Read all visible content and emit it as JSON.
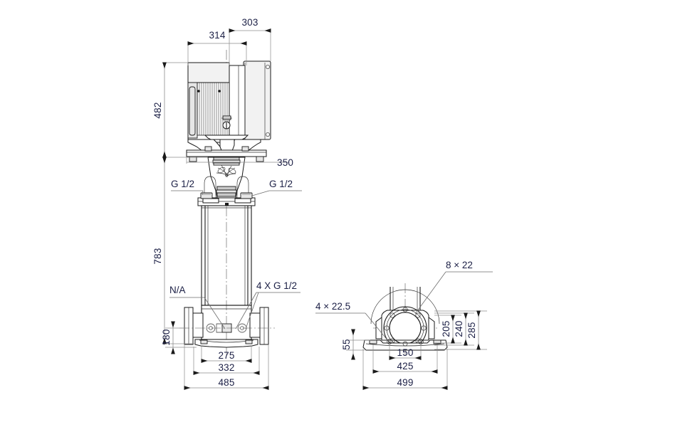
{
  "drawing": {
    "title": "Vertical multistage pump dimensional drawing",
    "units": "mm",
    "background_color": "#ffffff",
    "line_color": "#1a1a1a",
    "dimension_text_color": "#1b1f45",
    "dimension_line_color": "#8c8c8c"
  },
  "front_view": {
    "name": "front-elevation",
    "dimensions": {
      "width_overall_motor": "303",
      "width_motor_body": "314",
      "height_motor_top_to_flange": "482",
      "width_base_flange_span": "350",
      "height_flange_to_base": "783",
      "height_base_centerline": "180",
      "width_foot_inner": "275",
      "width_foot_outer": "332",
      "width_overall_base": "485"
    },
    "labels": {
      "gauge_port_left": "G 1/2",
      "gauge_port_right": "G 1/2",
      "drain_ports": "4 X G 1/2",
      "not_available": "N/A"
    }
  },
  "side_view": {
    "name": "side-elevation",
    "dimensions": {
      "bolt_holes_flange": "8 × 22",
      "bolt_holes_base": "4 × 22.5",
      "height_base_to_foot": "55",
      "height_to_flange_face_205": "205",
      "height_to_flange_face_240": "240",
      "height_overall_285": "285",
      "width_foot_inner_150": "150",
      "width_foot_outer_425": "425",
      "width_overall_499": "499"
    }
  }
}
